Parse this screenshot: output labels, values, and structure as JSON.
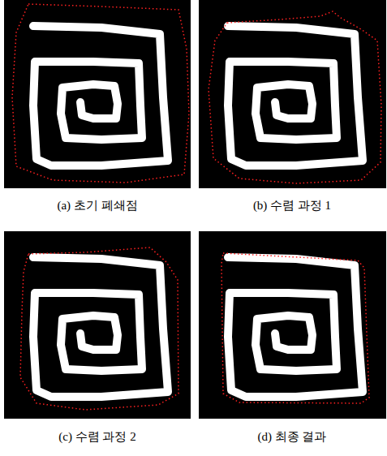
{
  "diagram": {
    "labels": [
      "(a) 초기 폐쇄점",
      "(b) 수렴 과정 1",
      "(c) 수렴 과정 2",
      "(d) 최종 결과"
    ]
  }
}
